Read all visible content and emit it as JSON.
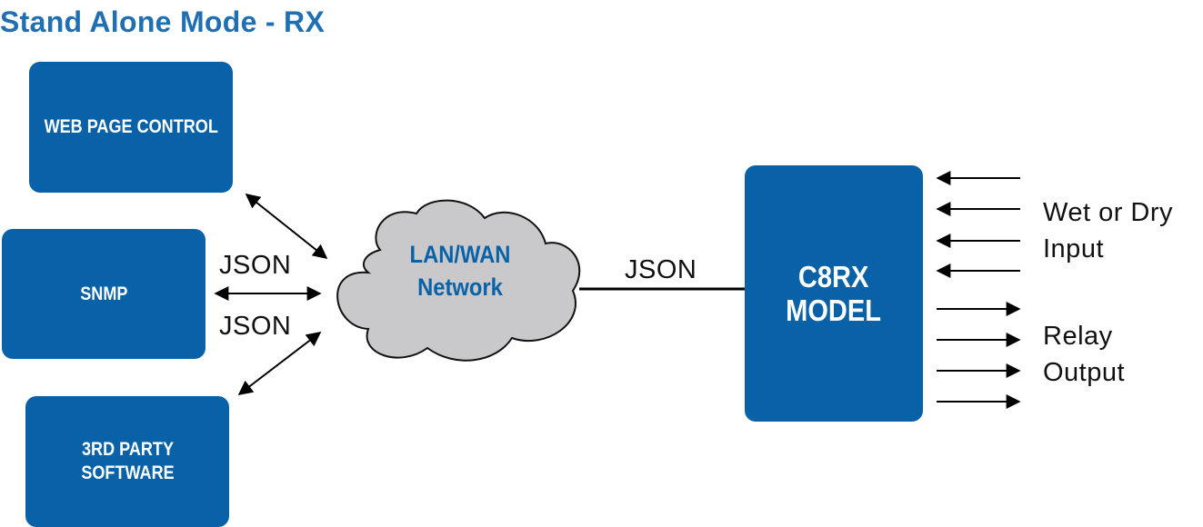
{
  "title": "Stand Alone Mode - RX",
  "boxes": {
    "web": "WEB PAGE CONTROL",
    "snmp": "SNMP",
    "third_party_line1": "3RD PARTY",
    "third_party_line2": "SOFTWARE",
    "c8rx_line1": "C8RX",
    "c8rx_line2": "MODEL"
  },
  "cloud": {
    "line1": "LAN/WAN",
    "line2": "Network"
  },
  "labels": {
    "json_top": "JSON",
    "json_bottom": "JSON",
    "json_link": "JSON",
    "input_line1": "Wet or Dry",
    "input_line2": "Input",
    "output_line1": "Relay",
    "output_line2": "Output"
  },
  "colors": {
    "box": "#0962a8",
    "title": "#1f6fb2",
    "cloud": "#c9c9cb"
  }
}
